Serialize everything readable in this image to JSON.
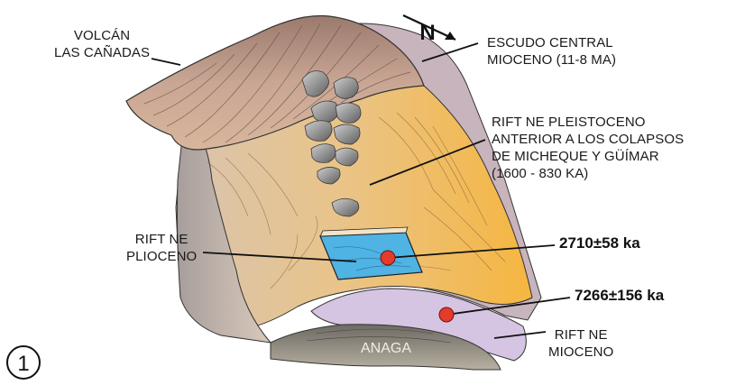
{
  "figure": {
    "panel_number": "1",
    "north_label": "N",
    "labels": {
      "volcan": [
        "VOLCÁN",
        "LAS CAÑADAS"
      ],
      "escudo": [
        "ESCUDO CENTRAL",
        "MIOCENO (11-8 Ma)"
      ],
      "rift_pleistoceno": [
        "RIFT NE PLEISTOCENO",
        "ANTERIOR A LOS COLAPSOS",
        "DE MICHEQUE Y GÜÍMAR",
        "(1600 - 830 ka)"
      ],
      "rift_plioceno": [
        "RIFT NE",
        "PLIOCENO"
      ],
      "rift_mioceno": [
        "RIFT NE",
        "MIOCENO"
      ],
      "anaga": "ANAGA"
    },
    "ages": {
      "sample_pliocene": "2710±58 ka",
      "sample_miocene": "7266±156 ka"
    },
    "colors": {
      "volcano": "#c9a694",
      "central_shield": "#c8b4bc",
      "pleistocene_rift": "#f0c070",
      "pliocene_rift": "#4fb3e3",
      "miocene_rift": "#d5c4e2",
      "anaga": "#8f8a80",
      "sample_dot": "#e53b2b"
    }
  }
}
